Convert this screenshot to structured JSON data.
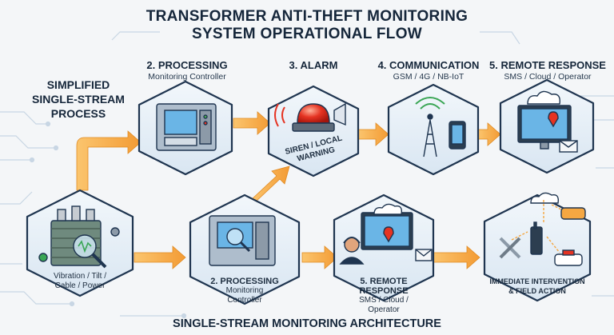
{
  "title": {
    "line1": "TRANSFORMER ANTI-THEFT MONITORING",
    "line2": "SYSTEM OPERATIONAL FLOW"
  },
  "side_label": {
    "line1": "SIMPLIFIED",
    "line2": "SINGLE-STREAM",
    "line3": "PROCESS"
  },
  "top_flow": {
    "processing": {
      "heading": "2. PROCESSING",
      "sub": "Monitoring Controller"
    },
    "alarm": {
      "heading": "3. ALARM",
      "label_line1": "SIREN / LOCAL",
      "label_line2": "WARNING"
    },
    "communication": {
      "heading": "4. COMMUNICATION",
      "sub": "GSM / 4G / NB-IoT"
    },
    "remote": {
      "heading": "5. REMOTE RESPONSE",
      "sub": "SMS / Cloud / Operator"
    }
  },
  "bottom_flow": {
    "sensors": {
      "line1": "Vibration / Tilt /",
      "line2": "Cable / Power"
    },
    "processing": {
      "heading": "2. PROCESSING",
      "line1": "Monitoring",
      "line2": "Controller"
    },
    "remote": {
      "heading": "5. REMOTE RESPONSE",
      "line1": "SMS / Cloud /",
      "line2": "Operator"
    },
    "intervention": {
      "line1": "IMMEDIATE INTERVENTION",
      "line2": "& FIELD ACTION"
    }
  },
  "footer": "SINGLE-STREAM MONITORING ARCHITECTURE",
  "colors": {
    "arrow": "#f5a742",
    "hex_fill": "#e6eff7",
    "hex_stroke": "#1f3550",
    "circuit": "#c8d6e4",
    "siren": "#e53322",
    "screen": "#6ab5e6"
  }
}
